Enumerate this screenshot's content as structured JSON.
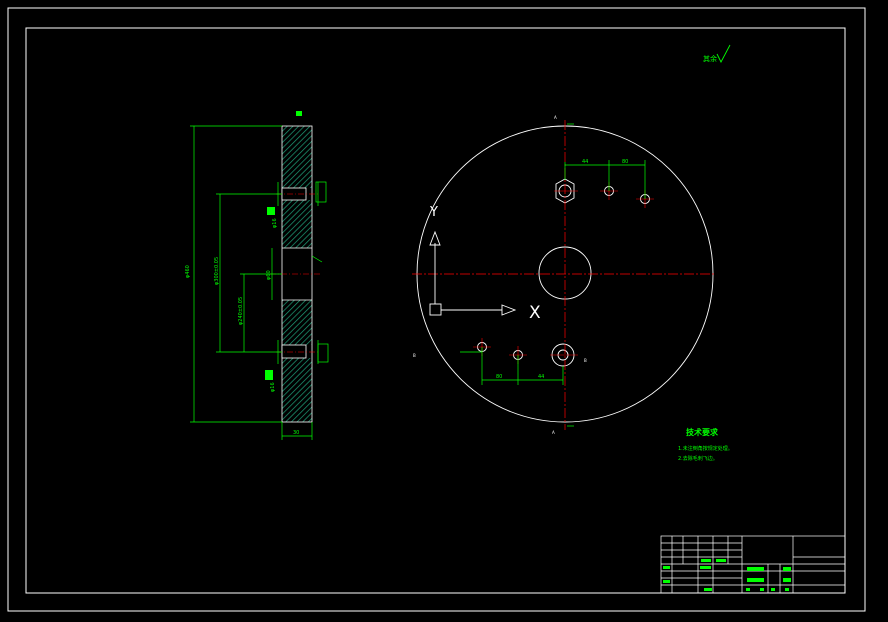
{
  "colors": {
    "background": "#000000",
    "frame": "#ffffff",
    "dimension": "#00ff00",
    "centerline": "#ff0000",
    "geometry": "#ffffff",
    "hatch": "#00cc88"
  },
  "surface_finish_note": "其余",
  "tech_requirements": {
    "title": "技术要求",
    "items": [
      "1.未注倒角按规定处理。",
      "2.去除毛刺飞边。"
    ]
  },
  "section_dims": {
    "overall_height": "φ460",
    "inner_span": "φ300±0.05",
    "half_span": "φ240±0.05",
    "bore": "φ60",
    "width": "30",
    "hole_upper": "φ16",
    "hole_lower": "φ16"
  },
  "plan_dims": {
    "top_offset_a": "44",
    "top_offset_b": "80",
    "bottom_offset_a": "80",
    "bottom_offset_b": "44"
  },
  "axes": {
    "x_label": "X",
    "y_label": "Y"
  },
  "section_marks": {
    "top": "A",
    "bottom": "A",
    "left": "B",
    "right": "B"
  }
}
